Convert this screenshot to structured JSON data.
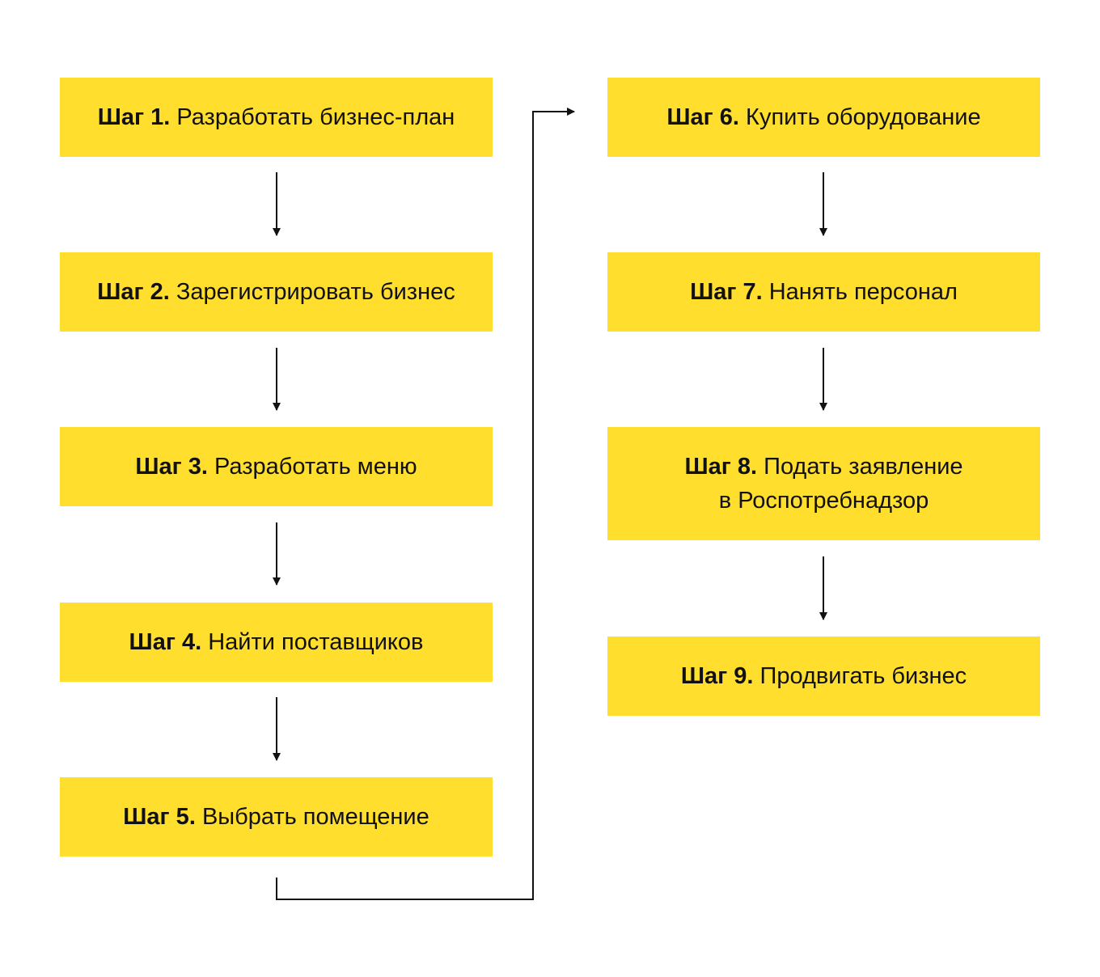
{
  "steps": [
    {
      "label": "Шаг 1.",
      "text": "Разработать бизнес-план"
    },
    {
      "label": "Шаг 2.",
      "text": "Зарегистрировать бизнес"
    },
    {
      "label": "Шаг 3.",
      "text": "Разработать меню"
    },
    {
      "label": "Шаг 4.",
      "text": "Найти поставщиков"
    },
    {
      "label": "Шаг 5.",
      "text": "Выбрать помещение"
    },
    {
      "label": "Шаг 6.",
      "text": "Купить оборудование"
    },
    {
      "label": "Шаг 7.",
      "text": "Нанять персонал"
    },
    {
      "label": "Шаг 8.",
      "text": "Подать заявление",
      "text_line2": "в Роспотребнадзор"
    },
    {
      "label": "Шаг 9.",
      "text": "Продвигать бизнес"
    }
  ],
  "colors": {
    "box": "#FFDE2E",
    "text": "#111111",
    "arrow": "#111111"
  }
}
